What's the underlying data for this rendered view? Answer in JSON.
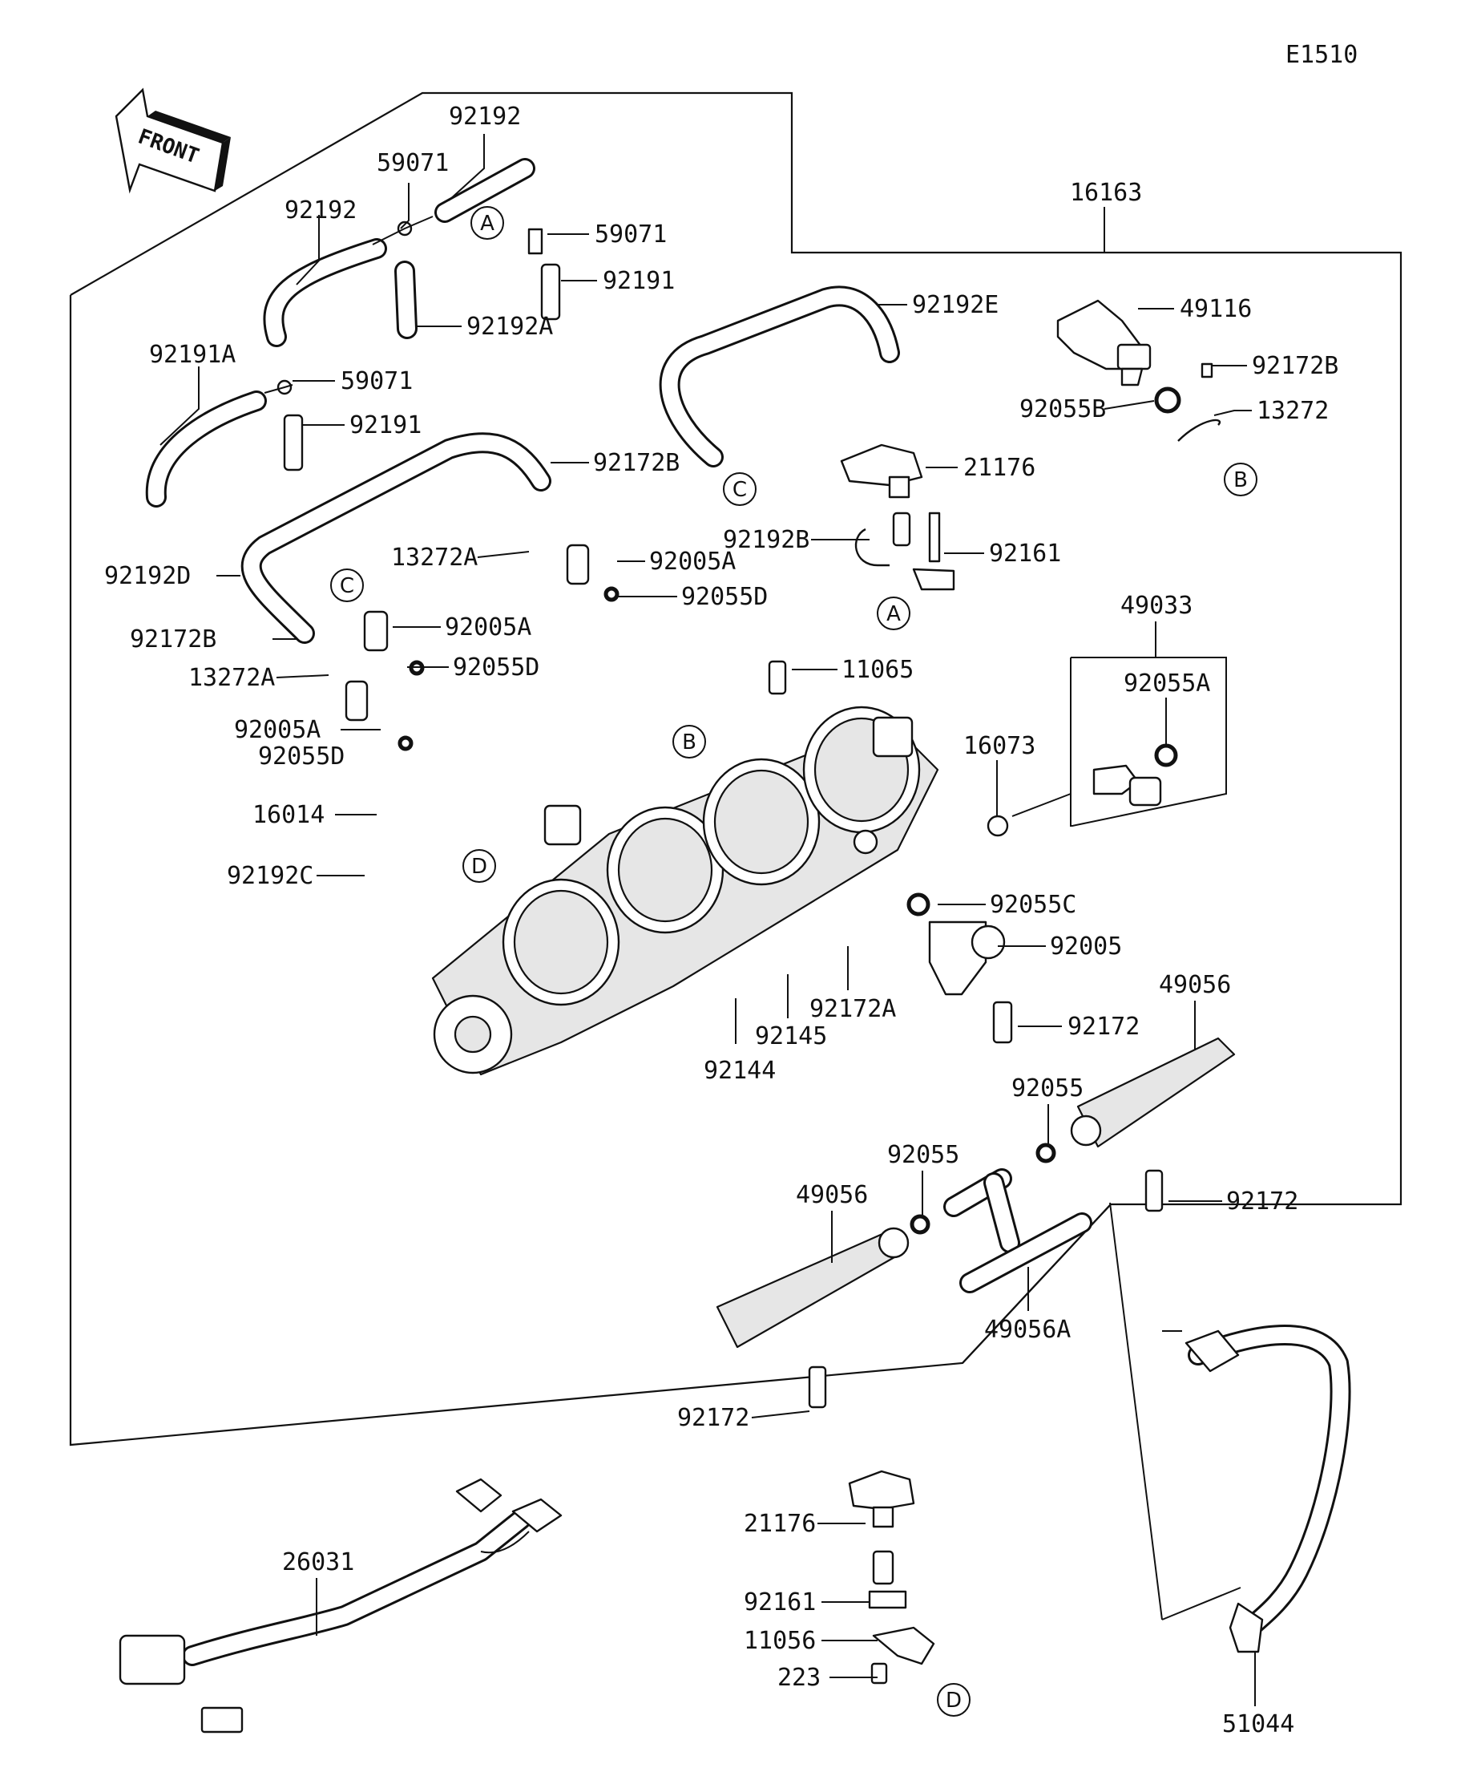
{
  "diagram_code": "E1510",
  "front_arrow": "FRONT",
  "ref_marks": {
    "a": "A",
    "b": "B",
    "c": "C",
    "d": "D"
  },
  "parts": {
    "p16163": "16163",
    "p92192_1": "92192",
    "p92192_2": "92192",
    "p59071_1": "59071",
    "p59071_2": "59071",
    "p59071_3": "59071",
    "p92191_1": "92191",
    "p92191_2": "92191",
    "p92192A": "92192A",
    "p92191A": "92191A",
    "p92192E": "92192E",
    "p49116": "49116",
    "p92172B_1": "92172B",
    "p92055B": "92055B",
    "p13272": "13272",
    "p92172B_2": "92172B",
    "p21176_1": "21176",
    "p13272A_1": "13272A",
    "p92005A_1": "92005A",
    "p92192B": "92192B",
    "p92161_1": "92161",
    "p92192D": "92192D",
    "p92055D_1": "92055D",
    "p92005A_2": "92005A",
    "p49033": "49033",
    "p92172B_3": "92172B",
    "p92055D_2": "92055D",
    "p13272A_2": "13272A",
    "p11065": "11065",
    "p92055A": "92055A",
    "p92005A_3": "92005A",
    "p92055D_3": "92055D",
    "p16073": "16073",
    "p16014": "16014",
    "p92192C": "92192C",
    "p92055C": "92055C",
    "p92005": "92005",
    "p92172A": "92172A",
    "p92145": "92145",
    "p92172_1": "92172",
    "p92144": "92144",
    "p49056_1": "49056",
    "p92055_1": "92055",
    "p92055_2": "92055",
    "p49056_2": "49056",
    "p92172_2": "92172",
    "p49056A": "49056A",
    "p92172_3": "92172",
    "p21176_2": "21176",
    "p26031": "26031",
    "p92161_2": "92161",
    "p11056": "11056",
    "p223": "223",
    "p51044": "51044"
  }
}
